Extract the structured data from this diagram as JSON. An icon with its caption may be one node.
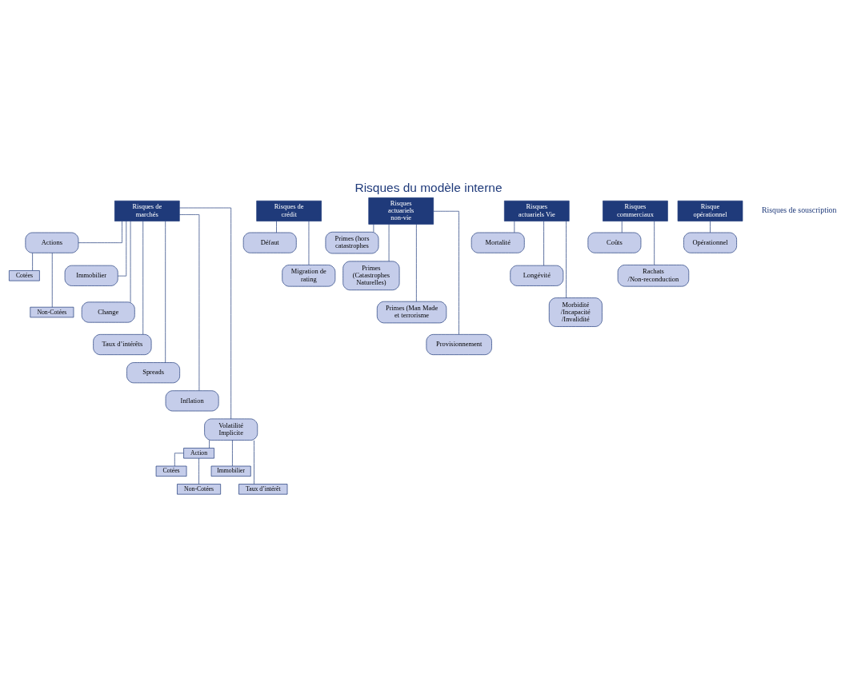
{
  "diagram": {
    "title": "Risques du modèle interne",
    "nodes": [
      {
        "text": [
          "Risques de marchés"
        ]
      },
      {
        "text": [
          "Actions"
        ]
      },
      {
        "text": [
          "Cotées"
        ]
      },
      {
        "text": [
          "Non-Cotées"
        ]
      },
      {
        "text": [
          "Immobilier"
        ]
      },
      {
        "text": [
          "Change"
        ]
      },
      {
        "text": [
          "Taux d’intérêts"
        ]
      },
      {
        "text": [
          "Spreads"
        ]
      },
      {
        "text": [
          "Inflation"
        ]
      },
      {
        "text": [
          "Volatilité Implicite"
        ]
      },
      {
        "text": [
          "Action"
        ]
      },
      {
        "text": [
          "Cotées"
        ]
      },
      {
        "text": [
          "Non-Cotées"
        ]
      },
      {
        "text": [
          "Immobilier"
        ]
      },
      {
        "text": [
          "Taux d’intérêt"
        ]
      },
      {
        "text": [
          "Risques de crédit"
        ]
      },
      {
        "text": [
          "Défaut"
        ]
      },
      {
        "text": [
          "Migration de rating"
        ]
      },
      {
        "text": [
          "Risques actuariels non-vie"
        ]
      },
      {
        "text": [
          "Primes (hors catastrophes"
        ]
      },
      {
        "text": [
          "Primes (Catastrophes Naturelles)"
        ]
      },
      {
        "text": [
          "Primes (Man Made et terrorisme"
        ]
      },
      {
        "text": [
          "Provisionnement"
        ]
      },
      {
        "text": [
          "Risques actuariels Vie"
        ]
      },
      {
        "text": [
          "Mortalité"
        ]
      },
      {
        "text": [
          "Longévité"
        ]
      },
      {
        "text": [
          "Morbidité /Incapacité /Invalidité"
        ]
      },
      {
        "text": [
          "Risques commerciaux"
        ]
      },
      {
        "text": [
          "Coûts"
        ]
      },
      {
        "text": [
          "Rachats /Non-reconduction"
        ]
      },
      {
        "text": [
          "Risque opérationnel"
        ]
      },
      {
        "text": [
          "Opérationnel"
        ]
      }
    ],
    "edges": [
      {
        "from": 0,
        "to": 1,
        "arrow": "none"
      },
      {
        "from": 1,
        "to": 2,
        "arrow": "none"
      },
      {
        "from": 1,
        "to": 3,
        "arrow": "none"
      },
      {
        "from": 0,
        "to": 4,
        "arrow": "none"
      },
      {
        "from": 0,
        "to": 5,
        "arrow": "none"
      },
      {
        "from": 0,
        "to": 6,
        "arrow": "none"
      },
      {
        "from": 0,
        "to": 7,
        "arrow": "none"
      },
      {
        "from": 0,
        "to": 8,
        "arrow": "none"
      },
      {
        "from": 0,
        "to": 9,
        "arrow": "none"
      },
      {
        "from": 9,
        "to": 10,
        "arrow": "none"
      },
      {
        "from": 10,
        "to": 11,
        "arrow": "none"
      },
      {
        "from": 10,
        "to": 12,
        "arrow": "none"
      },
      {
        "from": 9,
        "to": 13,
        "arrow": "none"
      },
      {
        "from": 9,
        "to": 14,
        "arrow": "none"
      },
      {
        "from": 15,
        "to": 16,
        "arrow": "none"
      },
      {
        "from": 15,
        "to": 17,
        "arrow": "none"
      },
      {
        "from": 18,
        "to": 19,
        "arrow": "none"
      },
      {
        "from": 18,
        "to": 20,
        "arrow": "none"
      },
      {
        "from": 18,
        "to": 21,
        "arrow": "none"
      },
      {
        "from": 18,
        "to": 22,
        "arrow": "none"
      },
      {
        "from": 23,
        "to": 24,
        "arrow": "none"
      },
      {
        "from": 23,
        "to": 25,
        "arrow": "none"
      },
      {
        "from": 23,
        "to": 26,
        "arrow": "none"
      },
      {
        "from": 27,
        "to": 28,
        "arrow": "none"
      },
      {
        "from": 27,
        "to": 29,
        "arrow": "none"
      },
      {
        "from": 30,
        "to": 31,
        "arrow": "none"
      }
    ],
    "labels": [
      "Risques de souscription"
    ]
  }
}
